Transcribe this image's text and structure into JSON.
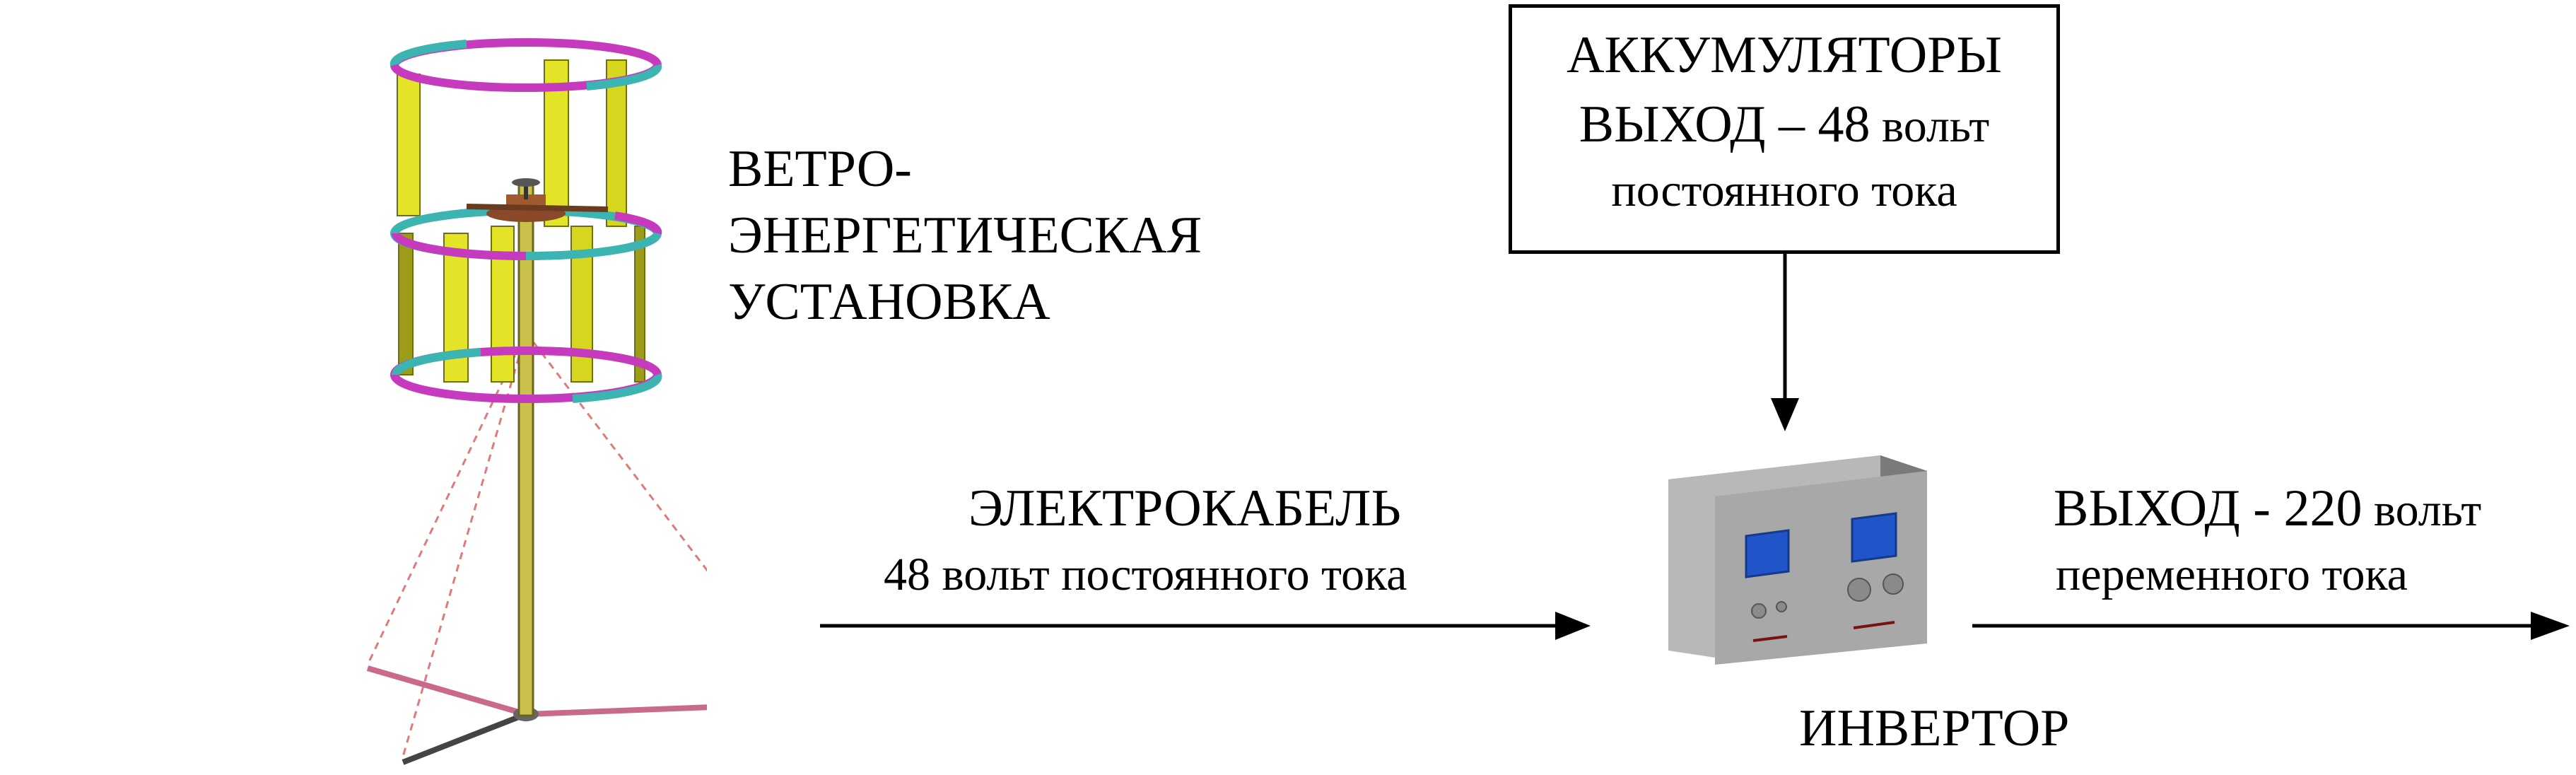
{
  "turbine": {
    "title_lines": [
      "ВЕТРО-",
      "ЭНЕРГЕТИЧЕСКАЯ",
      "УСТАНОВКА"
    ],
    "colors": {
      "ring_magenta": "#c63bbd",
      "ring_cyan": "#3cb5b2",
      "blade_yellow": "#e3e327",
      "blade_shade": "#9c9c18",
      "mast": "#c9c14a",
      "guy_wire": "#e07a7a"
    }
  },
  "batteries": {
    "line1": "АККУМУЛЯТОРЫ",
    "line2_caps": "ВЫХОД – 48",
    "line2_unit": " вольт",
    "line3": "постоянного тока"
  },
  "cable": {
    "caps": "ЭЛЕКТРОКАБЕЛЬ",
    "desc": "48 вольт постоянного тока"
  },
  "inverter": {
    "label": "ИНВЕРТОР",
    "colors": {
      "face": "#b8b8b8",
      "top": "#9a9a9a",
      "side": "#7a7a7a",
      "screen": "#1f55c8",
      "knob": "#8a8a8a",
      "slot": "#7a1010"
    }
  },
  "output": {
    "line1_caps": "ВЫХОД - 220",
    "line1_unit": " вольт",
    "line2": "переменного тока"
  }
}
